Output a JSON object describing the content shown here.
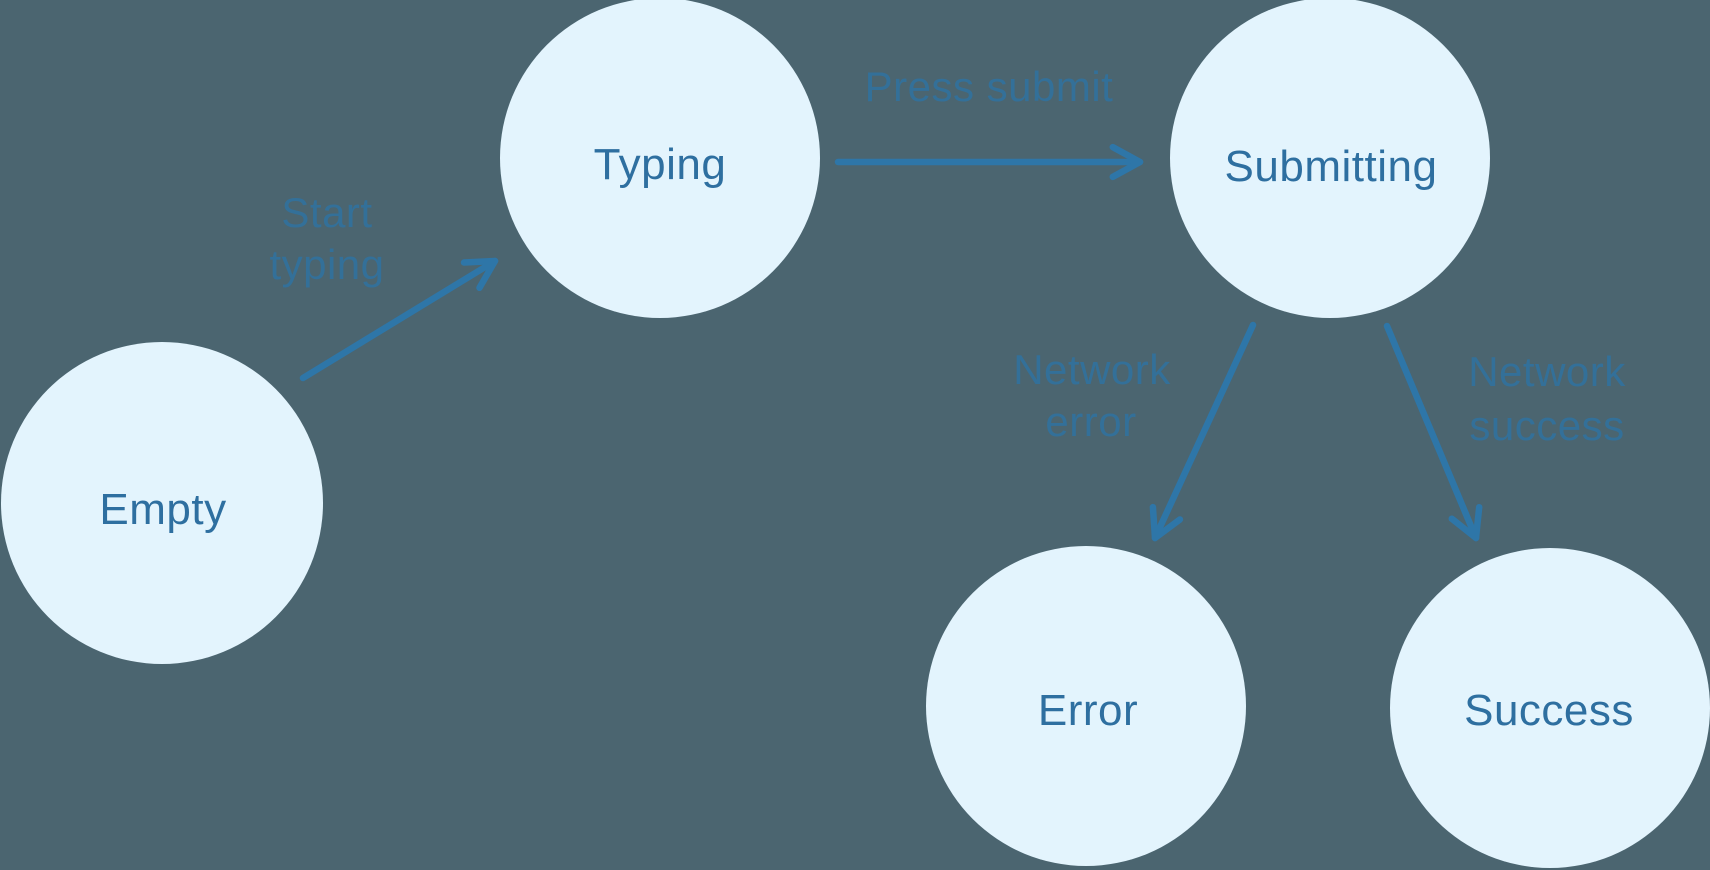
{
  "diagram": {
    "colors": {
      "background": "#4B6570",
      "node_fill": "#E3F4FD",
      "node_text": "#2E6FA0",
      "arrow": "#2E76A8",
      "edge_label": "#32719D"
    },
    "nodes": [
      {
        "id": "empty",
        "label": "Empty"
      },
      {
        "id": "typing",
        "label": "Typing"
      },
      {
        "id": "submitting",
        "label": "Submitting"
      },
      {
        "id": "error",
        "label": "Error"
      },
      {
        "id": "success",
        "label": "Success"
      }
    ],
    "edges": [
      {
        "from": "empty",
        "to": "typing",
        "label": "Start typing",
        "label_lines": [
          "Start",
          "typing"
        ]
      },
      {
        "from": "typing",
        "to": "submitting",
        "label": "Press submit",
        "label_lines": [
          "Press submit"
        ]
      },
      {
        "from": "submitting",
        "to": "error",
        "label": "Network error",
        "label_lines": [
          "Network",
          "error"
        ]
      },
      {
        "from": "submitting",
        "to": "success",
        "label": "Network success",
        "label_lines": [
          "Network",
          "success"
        ]
      }
    ]
  }
}
